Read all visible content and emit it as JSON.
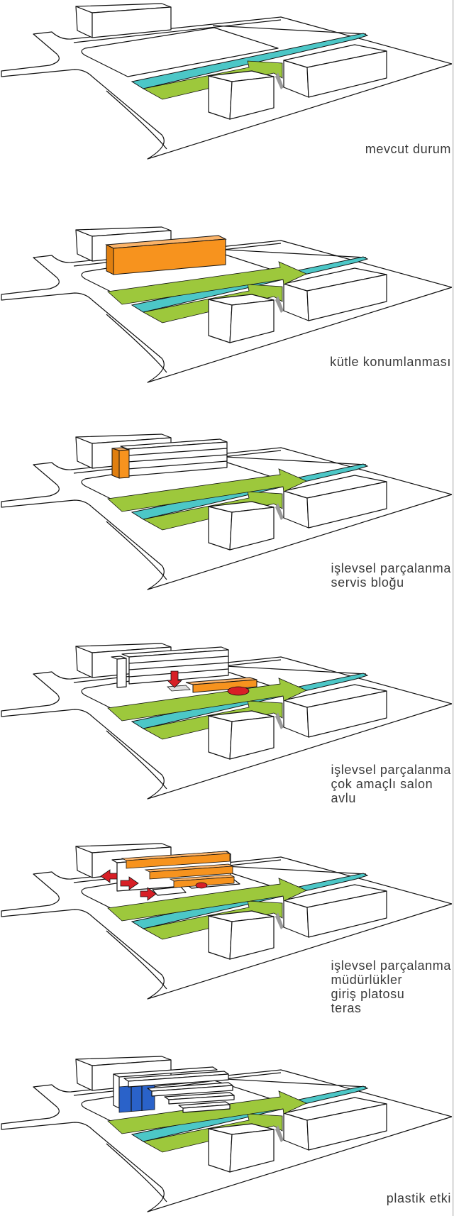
{
  "colors": {
    "green": "#9dc83c",
    "cyan": "#4cc7c7",
    "orange": "#f7931e",
    "orange_light": "#fbb46a",
    "red": "#d71f26",
    "blue": "#2a62c9"
  },
  "panels": [
    {
      "lines": [
        "mevcut durum"
      ]
    },
    {
      "lines": [
        "kütle konumlanması"
      ]
    },
    {
      "lines": [
        "işlevsel parçalanma",
        "servis bloğu"
      ]
    },
    {
      "lines": [
        "işlevsel parçalanma",
        "çok amaçlı salon",
        "avlu"
      ]
    },
    {
      "lines": [
        "işlevsel parçalanma",
        "müdürlükler",
        "giriş platosu",
        "teras"
      ]
    },
    {
      "lines": [
        "plastik etki"
      ]
    }
  ]
}
